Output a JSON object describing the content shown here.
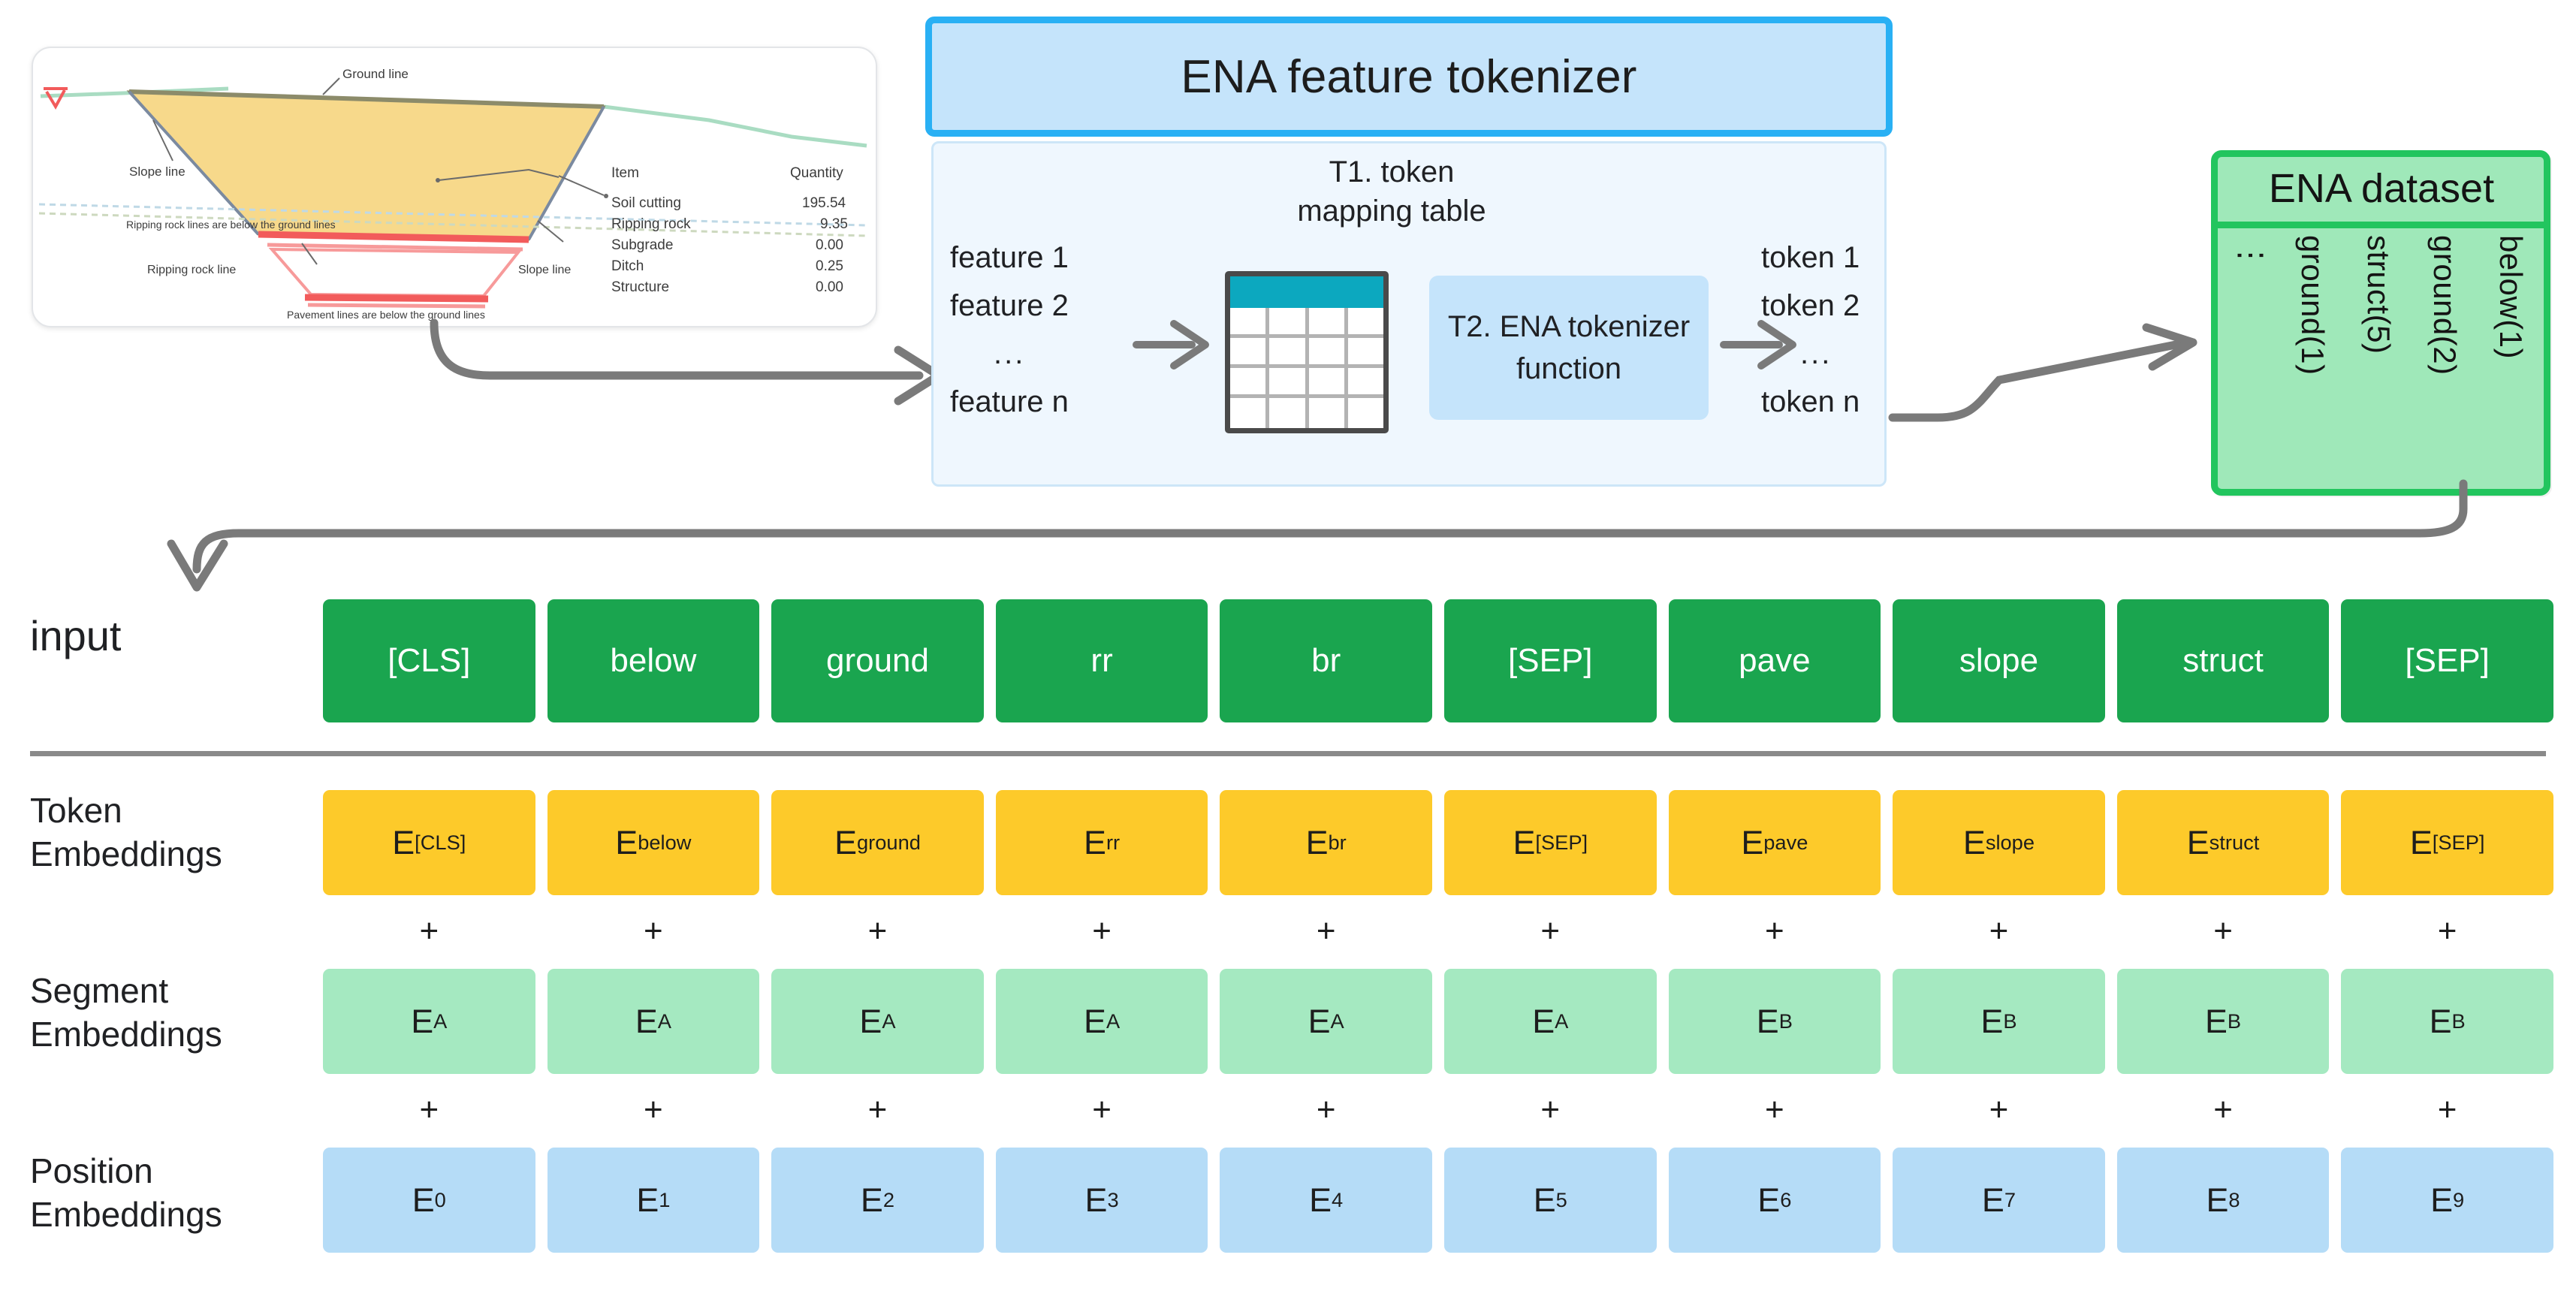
{
  "cross_section": {
    "title": "road cross-section drawing",
    "annotations": [
      "Ground line",
      "Slope line",
      "Ripping rock lines are below the ground lines",
      "Ripping rock line",
      "Slope line",
      "Pavement lines are below the ground lines"
    ],
    "quantity_table": {
      "headers": [
        "Item",
        "Quantity"
      ],
      "rows": [
        [
          "Soil cutting",
          "195.54"
        ],
        [
          "Ripping rock",
          "9.35"
        ],
        [
          "Subgrade",
          "0.00"
        ],
        [
          "Ditch",
          "0.25"
        ],
        [
          "Structure",
          "0.00"
        ]
      ]
    }
  },
  "tokenizer": {
    "title": "ENA feature tokenizer",
    "t1_caption": "T1. token\nmapping table",
    "t1_caption_line1": "T1. token",
    "t1_caption_line2": "mapping table",
    "features": [
      "feature 1",
      "feature 2",
      "...",
      "feature n"
    ],
    "t2_label_line1": "T2. ENA tokenizer",
    "t2_label_line2": "function",
    "tokens": [
      "token 1",
      "token 2",
      "...",
      "token n"
    ],
    "mapping_table": {
      "header_color": "#0ca8bf",
      "columns": 4,
      "body_rows": 4
    }
  },
  "dataset": {
    "title": "ENA dataset",
    "columns": [
      "below(1)",
      "ground(2)",
      "struct(5)",
      "ground(1)"
    ],
    "ellipsis": "⋮"
  },
  "sequence": {
    "input_label": "input",
    "token_label_line1": "Token",
    "token_label_line2": "Embeddings",
    "segment_label_line1": "Segment",
    "segment_label_line2": "Embeddings",
    "position_label_line1": "Position",
    "position_label_line2": "Embeddings",
    "plus_symbol": "+",
    "input_tokens": [
      "[CLS]",
      "below",
      "ground",
      "rr",
      "br",
      "[SEP]",
      "pave",
      "slope",
      "struct",
      "[SEP]"
    ],
    "token_embeddings_base": [
      "E",
      "E",
      "E",
      "E",
      "E",
      "E",
      "E",
      "E",
      "E",
      "E"
    ],
    "token_embeddings_sub": [
      "[CLS]",
      "below",
      "ground",
      "rr",
      "br",
      "[SEP]",
      "pave",
      "slope",
      "struct",
      "[SEP]"
    ],
    "segment_embeddings_base": [
      "E",
      "E",
      "E",
      "E",
      "E",
      "E",
      "E",
      "E",
      "E",
      "E"
    ],
    "segment_embeddings_sub": [
      "A",
      "A",
      "A",
      "A",
      "A",
      "A",
      "B",
      "B",
      "B",
      "B"
    ],
    "position_embeddings_base": [
      "E",
      "E",
      "E",
      "E",
      "E",
      "E",
      "E",
      "E",
      "E",
      "E"
    ],
    "position_embeddings_sub": [
      "0",
      "1",
      "2",
      "3",
      "4",
      "5",
      "6",
      "7",
      "8",
      "9"
    ]
  },
  "colors": {
    "input_green": "#1aa54f",
    "token_orange": "#fdca2a",
    "segment_green": "#a5e9c1",
    "position_blue": "#b5dcf7",
    "tokenizer_border": "#29b0f4",
    "tokenizer_fill": "#c5e4fb",
    "dataset_border": "#22c55e",
    "dataset_fill": "#9fe8b9",
    "arrow_gray": "#7a7a7a",
    "divider_gray": "#8a8a8a",
    "table_header_teal": "#0ca8bf"
  }
}
